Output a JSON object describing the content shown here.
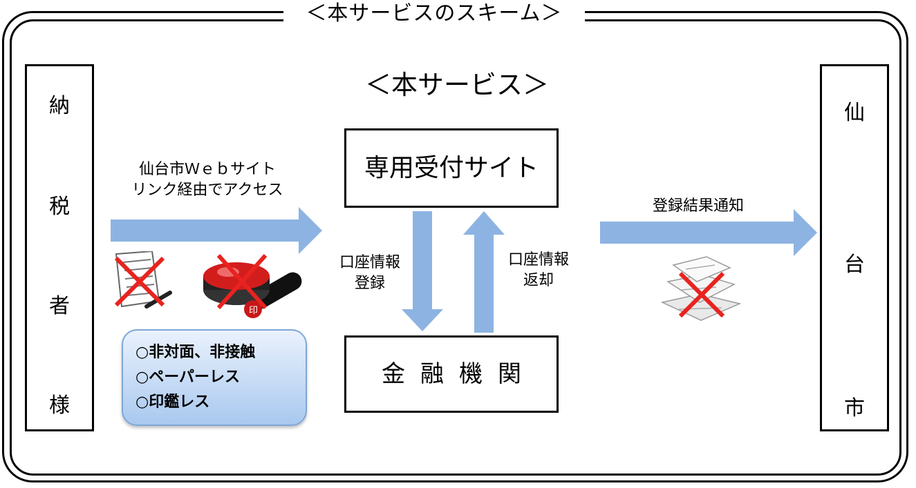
{
  "frame": {
    "title": "＜本サービスのスキーム＞"
  },
  "service": {
    "title": "＜本サービス＞"
  },
  "taxpayer": {
    "chars": [
      "納",
      "税",
      "者",
      "様"
    ]
  },
  "city": {
    "chars": [
      "仙",
      "台",
      "市"
    ]
  },
  "nodes": {
    "site": "専用受付サイト",
    "bank": "金融機関"
  },
  "labels": {
    "access_line1": "仙台市Ｗｅｂサイト",
    "access_line2": "リンク経由でアクセス",
    "register_line1": "口座情報",
    "register_line2": "登録",
    "return_line1": "口座情報",
    "return_line2": "返却",
    "notify": "登録結果通知"
  },
  "benefits": [
    "○非対面、非接触",
    "○ペーパーレス",
    "○印鑑レス"
  ],
  "icons": {
    "document": "document-with-pen-icon",
    "seal": "name-seal-stamp-icon",
    "papers": "paper-pile-icon",
    "cross": "red-x-icon"
  },
  "colors": {
    "arrow": "#8db3e2",
    "cross": "#e8231f",
    "benefit_border": "#7ea7d8"
  }
}
